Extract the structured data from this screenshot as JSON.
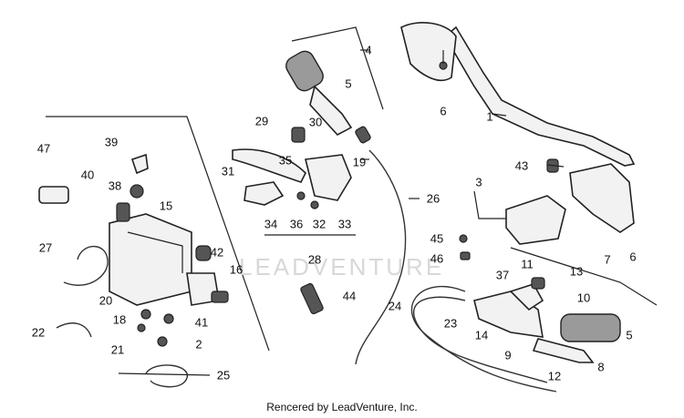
{
  "callouts": {
    "c1": "1",
    "c2": "2",
    "c3": "3",
    "c4": "4",
    "c5a": "5",
    "c5b": "5",
    "c6a": "6",
    "c6b": "6",
    "c7": "7",
    "c8": "8",
    "c9": "9",
    "c10": "10",
    "c11": "11",
    "c12": "12",
    "c13": "13",
    "c14": "14",
    "c15": "15",
    "c16": "16",
    "c18": "18",
    "c19": "19",
    "c20": "20",
    "c21": "21",
    "c22": "22",
    "c23": "23",
    "c24": "24",
    "c25": "25",
    "c26": "26",
    "c27": "27",
    "c28": "28",
    "c29": "29",
    "c30": "30",
    "c31": "31",
    "c32": "32",
    "c33": "33",
    "c34": "34",
    "c35": "35",
    "c36": "36",
    "c37": "37",
    "c38": "38",
    "c39": "39",
    "c40": "40",
    "c41": "41",
    "c42": "42",
    "c43": "43",
    "c44": "44",
    "c45": "45",
    "c46": "46",
    "c47": "47"
  },
  "watermark": "LEADVENTURE",
  "footer": "Rencered by LeadVenture, Inc."
}
